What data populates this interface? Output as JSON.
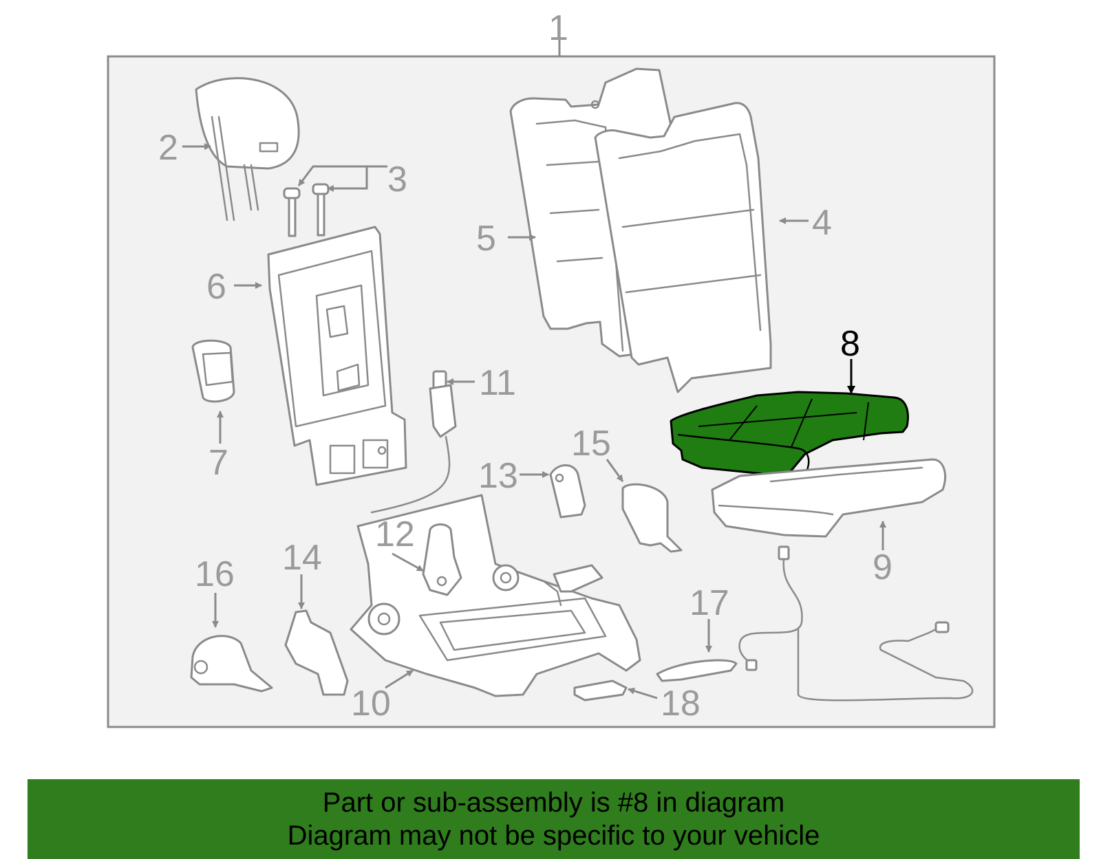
{
  "diagram": {
    "callouts": [
      "1",
      "2",
      "3",
      "4",
      "5",
      "6",
      "7",
      "8",
      "9",
      "10",
      "11",
      "12",
      "13",
      "14",
      "15",
      "16",
      "17",
      "18"
    ],
    "highlighted_part": "8",
    "highlight_color": "#1f7d12",
    "line_color": "#8a8a8a"
  },
  "banner": {
    "line1": "Part or sub-assembly is #8 in diagram",
    "line2": "Diagram may not be specific to your vehicle",
    "background": "#2f7d1d"
  }
}
